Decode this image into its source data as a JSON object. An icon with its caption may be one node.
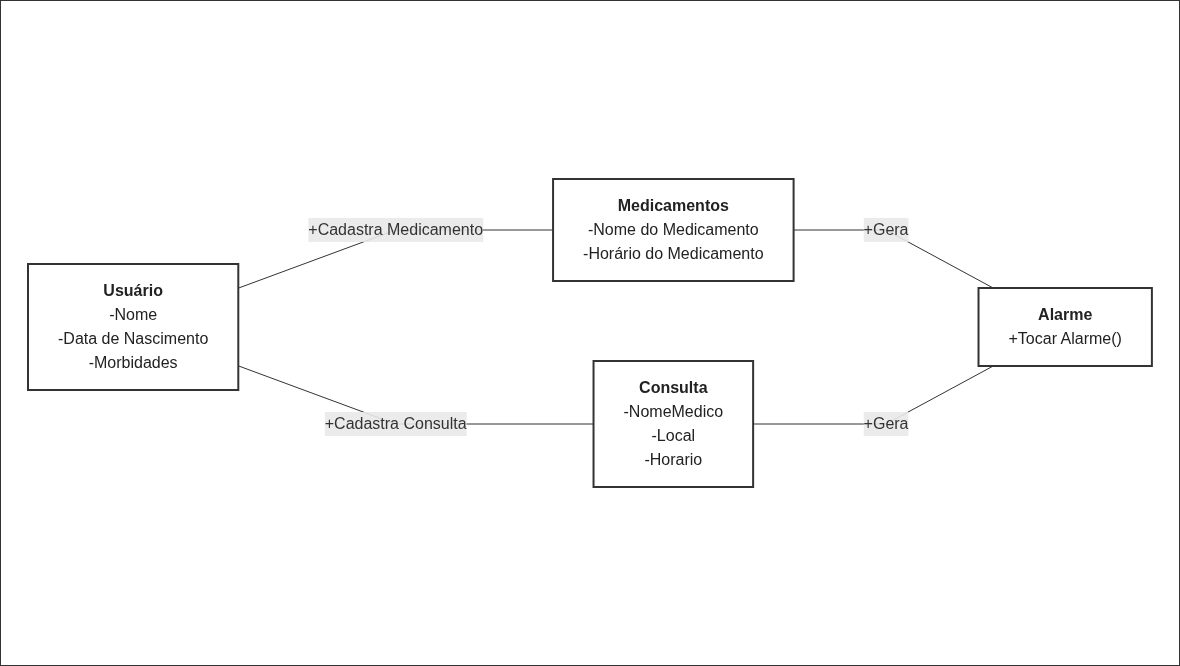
{
  "diagram": {
    "nodes": [
      {
        "text": [
          "Medicamentos",
          "-Nome do Medicamento",
          "-Horário do Medicamento"
        ]
      },
      {
        "text": [
          "Alarme",
          "+Tocar Alarme()"
        ]
      },
      {
        "text": [
          "Usuário",
          "-Nome",
          "-Data de Nascimento",
          "-Morbidades"
        ]
      },
      {
        "text": [
          "Consulta",
          "-NomeMedico",
          "-Local",
          "-Horario"
        ]
      }
    ],
    "edges": [
      {
        "from": 2,
        "to": 0,
        "arrow": "none",
        "label": "+Cadastra Medicamento"
      },
      {
        "from": 0,
        "to": 1,
        "arrow": "none",
        "label": "+Gera"
      },
      {
        "from": 2,
        "to": 3,
        "arrow": "none",
        "label": "+Cadastra Consulta"
      },
      {
        "from": 3,
        "to": 1,
        "arrow": "none",
        "label": "+Gera"
      }
    ]
  }
}
